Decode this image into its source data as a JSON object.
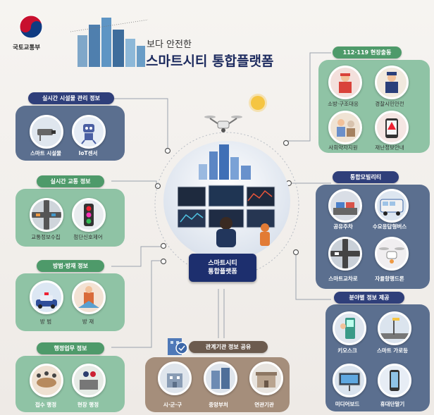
{
  "logo": {
    "org_name": "국토교통부"
  },
  "title": {
    "line1": "보다 안전한",
    "line2": "스마트시티 통합플랫폼"
  },
  "center": {
    "label_line1": "스마트시티",
    "label_line2": "통합플랫폼"
  },
  "left_sections": [
    {
      "title": "실시간 시설물 관리 정보",
      "items": [
        "스마트 시설물",
        "IoT센서"
      ]
    },
    {
      "title": "실시간 교통 정보",
      "items": [
        "교통정보수집",
        "첨단신호제어"
      ]
    },
    {
      "title": "방범·방재 정보",
      "items": [
        "방 범",
        "방 재"
      ]
    },
    {
      "title": "행정업무 정보",
      "items": [
        "접수 행정",
        "현장 행정"
      ]
    }
  ],
  "bottom_section": {
    "title": "관계기관 정보 공유",
    "items": [
      "시·군·구",
      "중앙부처",
      "연관기관"
    ]
  },
  "right_sections": [
    {
      "title": "112·119 현장출동",
      "items": [
        "소방·구조대응",
        "경찰시민안전",
        "사회약자지원",
        "재난정보안내"
      ]
    },
    {
      "title": "통합모빌리티",
      "items": [
        "공유주차",
        "수요응답형버스",
        "스마트교차로",
        "자율항행드론"
      ]
    },
    {
      "title": "분야별 정보 제공",
      "items": [
        "키오스크",
        "스마트 가로등",
        "미디어보드",
        "휴대단말기"
      ]
    }
  ],
  "colors": {
    "green": "#4e9a6a",
    "green_panel": "#8fc3a5",
    "slate": "#5b6f8f",
    "slate_panel": "#7f92b0",
    "navy": "#2f3f7a",
    "brown_panel": "#a58e7b",
    "center_navy": "#1d2f6e"
  }
}
